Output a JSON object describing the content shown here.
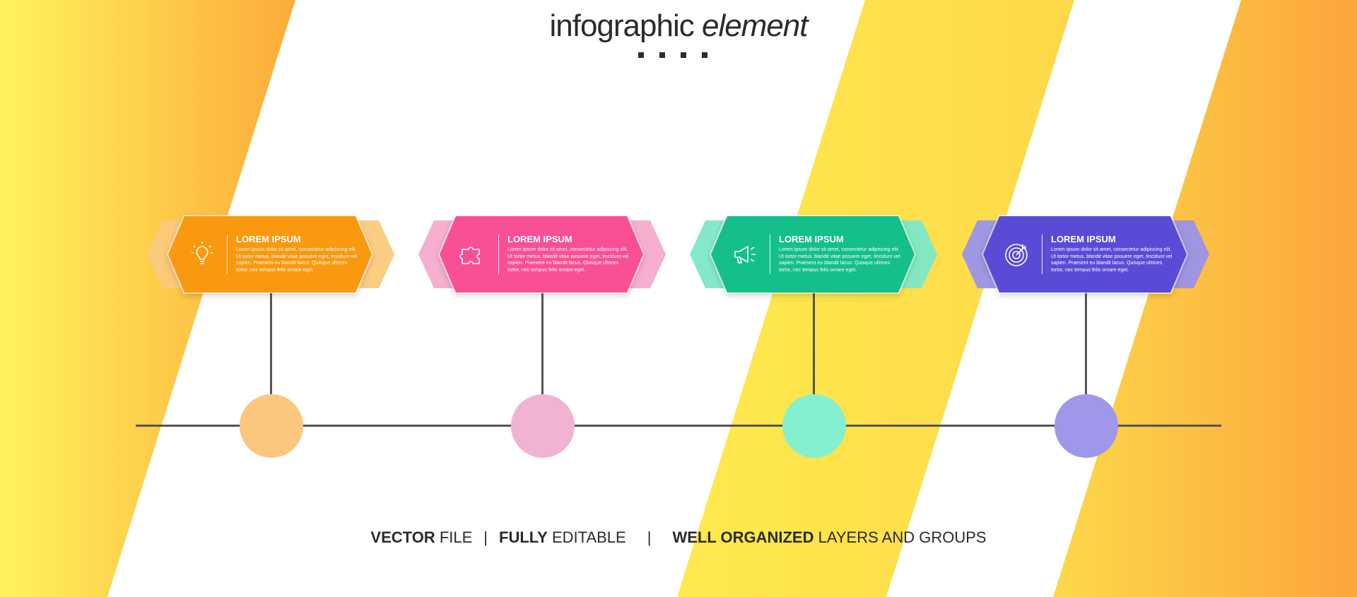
{
  "header": {
    "title_bold": "infographic",
    "title_italic": "element"
  },
  "steps": [
    {
      "title": "LOREM IPSUM",
      "text": "Lorem ipsum dolor sit amet, consectetur adipiscing elit. Ut tortor metus, blandit vitae posuere eget, tincidunt vel sapien. Praesent eu blandit lacus. Quisque ultrices tortor, nec tempus felis ornare eget.",
      "icon": "lightbulb-icon",
      "color_main": "#f9990f",
      "color_back": "#fbc97c",
      "color_dot": "#fbc77f"
    },
    {
      "title": "LOREM IPSUM",
      "text": "Lorem ipsum dolor sit amet, consectetur adipiscing elit. Ut tortor metus, blandit vitae posuere eget, tincidunt vel sapien. Praesent eu blandit lacus. Quisque ultrices tortor, nec tempus felis ornare eget.",
      "icon": "puzzle-icon",
      "color_main": "#f84f95",
      "color_back": "#f6abcb",
      "color_dot": "#f1b3d2"
    },
    {
      "title": "LOREM IPSUM",
      "text": "Lorem ipsum dolor sit amet, consectetur adipiscing elit. Ut tortor metus, blandit vitae posuere eget, tincidunt vel sapien. Praesent eu blandit lacus. Quisque ultrices tortor, nec tempus felis ornare eget.",
      "icon": "megaphone-icon",
      "color_main": "#14bf8c",
      "color_back": "#7ce8c7",
      "color_dot": "#84f0d0"
    },
    {
      "title": "LOREM IPSUM",
      "text": "Lorem ipsum dolor sit amet, consectetur adipiscing elit. Ut tortor metus, blandit vitae posuere eget, tincidunt vel sapien. Praesent eu blandit lacus. Quisque ultrices tortor, nec tempus felis ornare eget.",
      "icon": "target-icon",
      "color_main": "#5a4bd7",
      "color_back": "#9a92ea",
      "color_dot": "#9f98ea"
    }
  ],
  "footer": {
    "vector_bold": "VECTOR",
    "vector_rest": " FILE",
    "sep": "|",
    "editable_bold": "FULLY",
    "editable_rest": " EDITABLE",
    "organized_bold": "WELL ORGANIZED",
    "organized_rest": " LAYERS AND GROUPS"
  },
  "colors": {
    "yellow": "#ffe94d",
    "orange": "#fca53a",
    "line": "#555555"
  }
}
